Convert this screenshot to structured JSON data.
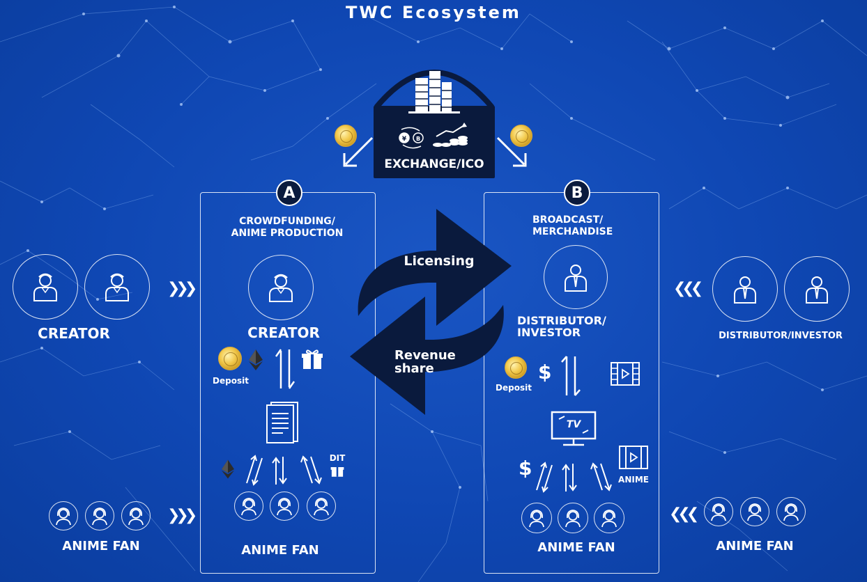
{
  "title": "TWC Ecosystem",
  "exchange": {
    "label": "EXCHANGE/ICO"
  },
  "panel_a": {
    "badge": "A",
    "heading_line1": "CROWDFUNDING/",
    "heading_line2": "ANIME  PRODUCTION",
    "creator_label": "CREATOR",
    "deposit_label": "Deposit",
    "dit_label": "DIT",
    "fan_label": "ANIME FAN"
  },
  "panel_b": {
    "badge": "B",
    "heading_line1": "BROADCAST/",
    "heading_line2": "MERCHANDISE",
    "distributor_line1": "DISTRIBUTOR/",
    "distributor_line2": "INVESTOR",
    "deposit_label": "Deposit",
    "anime_label": "ANIME",
    "tv_label": "TV",
    "fan_label": "ANIME FAN",
    "dollar_top": "$",
    "dollar_bottom": "$"
  },
  "cycle": {
    "licensing": "Licensing",
    "revenue_line1": "Revenue",
    "revenue_line2": "share"
  },
  "outer_left": {
    "creator_label": "CREATOR",
    "fan_label": "ANIME FAN"
  },
  "outer_right": {
    "distributor_label": "DISTRIBUTOR/INVESTOR",
    "fan_label": "ANIME FAN"
  },
  "colors": {
    "background": "#0f47b3",
    "dark_navy": "#0a1a3d",
    "line_white": "#ffffff",
    "coin_gold": "#f2c94c"
  }
}
